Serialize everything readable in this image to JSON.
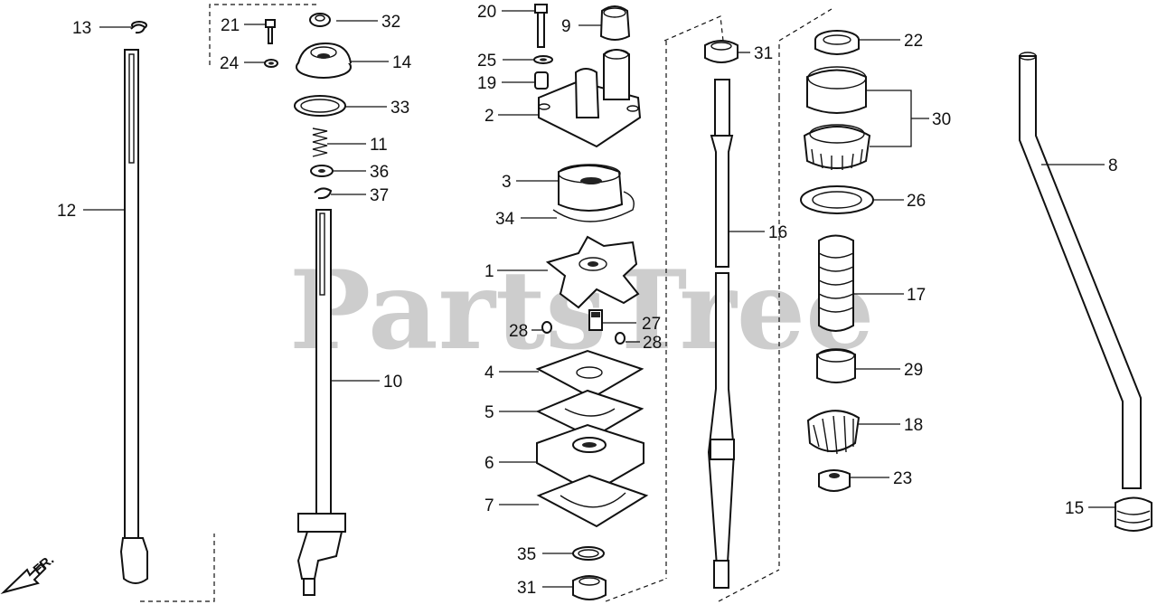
{
  "watermark": "PartsTree",
  "direction_label": "FR.",
  "callouts": {
    "c1": "1",
    "c2": "2",
    "c3": "3",
    "c4": "4",
    "c5": "5",
    "c6": "6",
    "c7": "7",
    "c8": "8",
    "c9": "9",
    "c10": "10",
    "c11": "11",
    "c12": "12",
    "c13": "13",
    "c14": "14",
    "c15": "15",
    "c16": "16",
    "c17": "17",
    "c18": "18",
    "c19": "19",
    "c20": "20",
    "c21": "21",
    "c22": "22",
    "c23": "23",
    "c24": "24",
    "c25": "25",
    "c26": "26",
    "c27": "27",
    "c28a": "28",
    "c28b": "28",
    "c29": "29",
    "c30": "30",
    "c31a": "31",
    "c31b": "31",
    "c32": "32",
    "c33": "33",
    "c34": "34",
    "c35": "35",
    "c36": "36",
    "c37": "37"
  }
}
